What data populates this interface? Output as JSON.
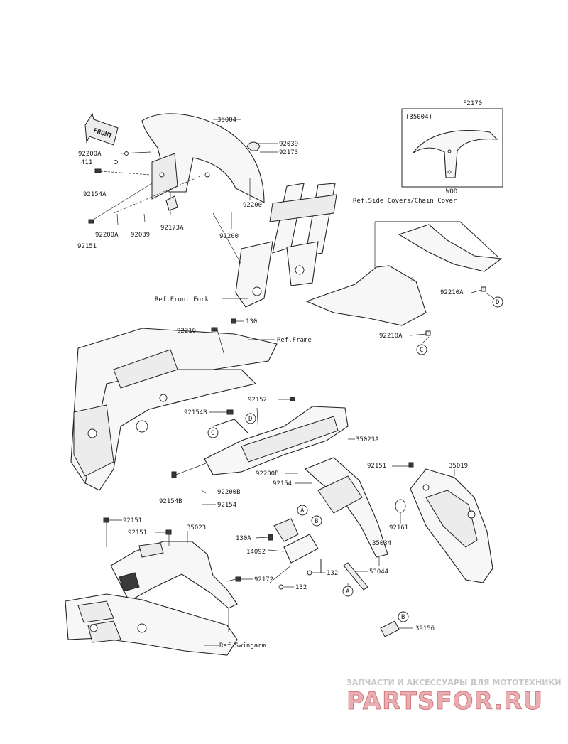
{
  "diagram_code": "F2170",
  "inset": {
    "header": "(35004)",
    "caption": "WOD"
  },
  "front_badge": "FRONT",
  "references": {
    "side_covers": "Ref.Side Covers/Chain Cover",
    "front_fork": "Ref.Front Fork",
    "frame": "Ref.Frame",
    "swingarm": "Ref.Swingarm"
  },
  "callouts": {
    "A": "A",
    "B": "B",
    "C": "C",
    "D": "D"
  },
  "parts": {
    "p35004": "35004",
    "p92039_a": "92039",
    "p92173": "92173",
    "p92200A_a": "92200A",
    "p411": "411",
    "p92154A": "92154A",
    "p92151_a": "92151",
    "p92200A_b": "92200A",
    "p92039_b": "92039",
    "p92173A": "92173A",
    "p92200_a": "92200",
    "p92200_b": "92200",
    "p92210A_a": "92210A",
    "p92210A_b": "92210A",
    "p92210": "92210",
    "p130": "130",
    "p92152": "92152",
    "p92154B_a": "92154B",
    "p35023A": "35023A",
    "p92151_b": "92151",
    "p35019": "35019",
    "p92200B_a": "92200B",
    "p92154_a": "92154",
    "p92154B_b": "92154B",
    "p92200B_b": "92200B",
    "p92154_b": "92154",
    "p92161": "92161",
    "p92151_c": "92151",
    "p92151_d": "92151",
    "p35023": "35023",
    "p130A": "130A",
    "p14092": "14092",
    "p35034": "35034",
    "p132_a": "132",
    "p53044": "53044",
    "p92172": "92172",
    "p132_b": "132",
    "p39156": "39156"
  },
  "watermark": {
    "tagline": "ЗАПЧАСТИ И АКСЕССУАРЫ ДЛЯ МОТОТЕХНИКИ",
    "brand": "PARTSFOR.RU"
  }
}
